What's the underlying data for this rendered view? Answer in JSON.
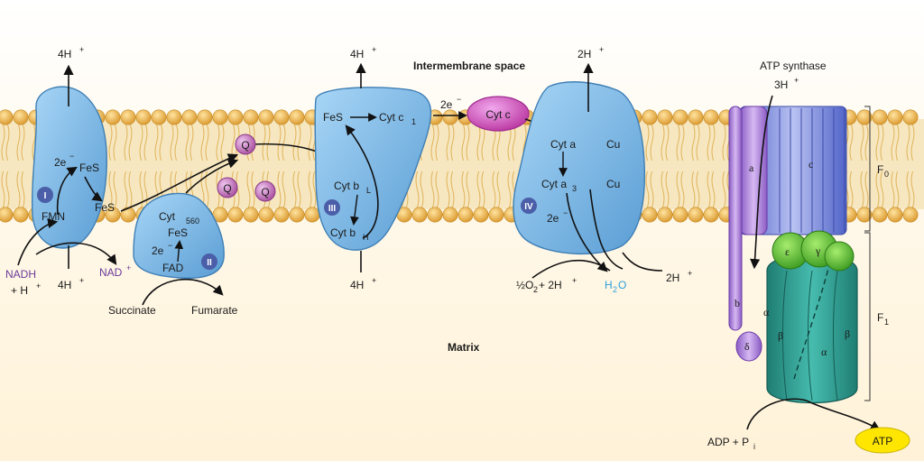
{
  "labels": {
    "intermembrane_space": "Intermembrane space",
    "matrix": "Matrix",
    "atp_synthase": "ATP synthase",
    "f0": "F",
    "f0_sub": "0",
    "f1": "F",
    "f1_sub": "1"
  },
  "complex_I": {
    "numeral": "I",
    "h_out": "4H",
    "h_in": "4H",
    "fes_top": "FeS",
    "fes_bottom": "FeS",
    "electrons": "2e",
    "fmn": "FMN",
    "nadh": "NADH",
    "plus_h": "+ H",
    "nad": "NAD"
  },
  "complex_II": {
    "numeral": "II",
    "cyt": "Cyt",
    "cyt_sub": "560",
    "fes": "FeS",
    "electrons": "2e",
    "fad": "FAD",
    "succinate": "Succinate",
    "fumarate": "Fumarate"
  },
  "quinone": {
    "label": "Q"
  },
  "complex_III": {
    "numeral": "III",
    "h_out": "4H",
    "h_in": "4H",
    "fes": "FeS",
    "cyt_c1": "Cyt c",
    "cyt_c1_sub": "1",
    "cyt_bl": "Cyt b",
    "cyt_bl_sub": "L",
    "cyt_bh": "Cyt b",
    "cyt_bh_sub": "H",
    "electrons": "2e"
  },
  "cytochrome_c": {
    "label": "Cyt c"
  },
  "complex_IV": {
    "numeral": "IV",
    "h_out": "2H",
    "h_in": "2H",
    "cyt_a": "Cyt a",
    "cyt_a3": "Cyt a",
    "cyt_a3_sub": "3",
    "cu_top": "Cu",
    "cu_bottom": "Cu",
    "electrons": "2e",
    "oxygen_frac": "½",
    "oxygen_rest": "O",
    "oxygen_sub": "2",
    "oxygen_tail": " + 2H",
    "water": "H",
    "water_sub": "2",
    "water_tail": "O"
  },
  "atp_synthase_parts": {
    "h_in": "3H",
    "a": "a",
    "c": "c",
    "b": "b",
    "delta": "δ",
    "epsilon": "ε",
    "gamma": "γ",
    "alpha_left": "α",
    "alpha_right": "α",
    "beta_left": "β",
    "beta_right": "β",
    "adp": "ADP + P",
    "adp_sub": "i",
    "atp": "ATP"
  },
  "colors": {
    "membrane": "#e3a838",
    "complex": "#7ab8e6",
    "complex_edge": "#3f7fb5",
    "quinone": "#c97ac9",
    "cytc": "#d46ad0",
    "label_purple": "#6a3a9a",
    "water_blue": "#2aa0dc",
    "atp_yellow": "#ffe600",
    "rotor_blue": "#6a7ad8",
    "stalk_purple": "#a77ad6",
    "f1_teal": "#2b9a8e",
    "epsilon_green": "#5ac23a"
  }
}
